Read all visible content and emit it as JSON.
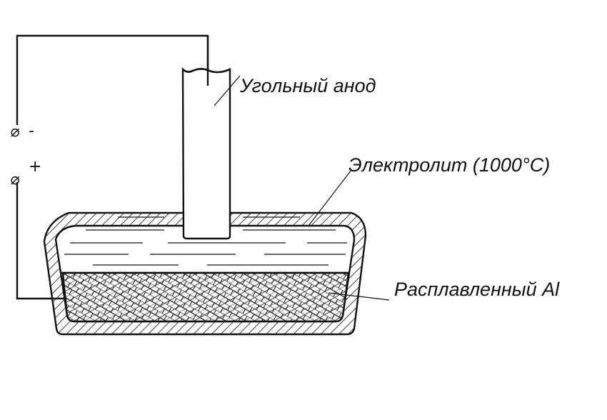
{
  "labels": {
    "anode": "Угольный анод",
    "electrolyte": "Электролит (1000°C)",
    "molten_al": "Расплавленный Al"
  },
  "terminals": {
    "negative_symbol": "⌀",
    "negative_sign": "-",
    "positive_symbol": "⌀",
    "positive_sign": "+"
  }
}
